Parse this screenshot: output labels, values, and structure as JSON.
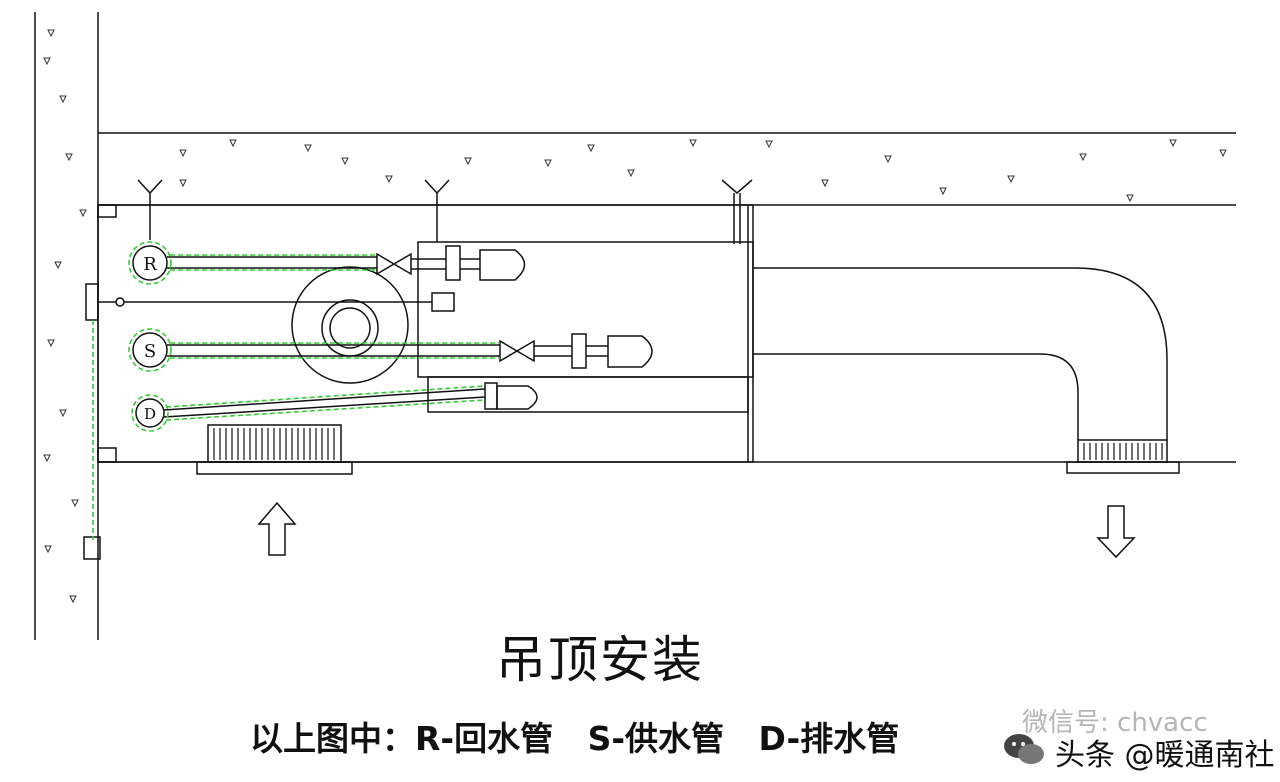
{
  "title": "吊顶安装",
  "caption": "以上图中：R-回水管   S-供水管   D-排水管",
  "pipe_labels": {
    "r": "R",
    "s": "S",
    "d": "D"
  },
  "watermark": {
    "line1": "微信号: chvacc",
    "line2": "头条 @暖通南社"
  },
  "colors": {
    "line": "#111111",
    "pipe_highlight": "#33cc33",
    "aggregate": "#333333"
  }
}
